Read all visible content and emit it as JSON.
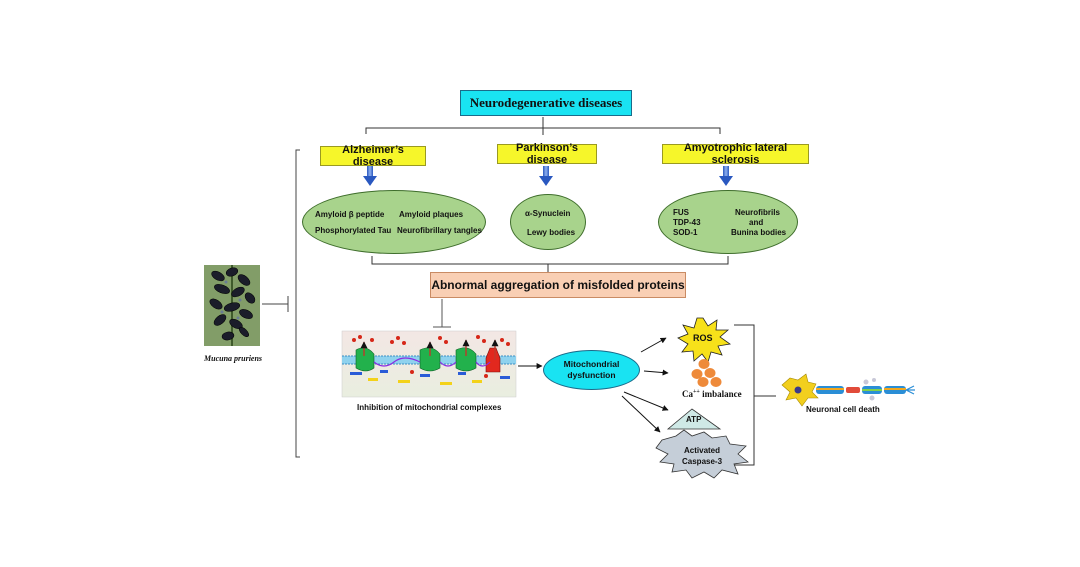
{
  "title": "Neurodegenerative diseases",
  "diseases": [
    {
      "name": "Alzheimer’s disease"
    },
    {
      "name": "Parkinson’s disease"
    },
    {
      "name": "Amyotrophic lateral sclerosis"
    }
  ],
  "alzheimer": {
    "line1_left": "Amyloid β peptide",
    "line1_right": "Amyloid plaques",
    "line2_left": "Phosphorylated Tau",
    "line2_right": "Neurofibrillary tangles"
  },
  "parkinson": {
    "top": "α-Synuclein",
    "bottom": "Lewy bodies"
  },
  "als": {
    "left": [
      "FUS",
      "TDP-43",
      "SOD-1"
    ],
    "right": [
      "Neurofibrils",
      "and",
      "Bunina bodies"
    ]
  },
  "aggregation": "Abnormal aggregation of misfolded proteins",
  "plant_label": "Mucuna pruriens",
  "mito_complex_label": "Inhibition of mitochondrial complexes",
  "mito_dysfunction": [
    "Mitochondrial",
    "dysfunction"
  ],
  "outcomes": {
    "ros": "ROS",
    "ca": "Ca",
    "ca_sup": "++",
    "ca_rest": " imbalance",
    "atp": "ATP",
    "caspase": [
      "Activated",
      "Caspase-3"
    ]
  },
  "death_label": "Neuronal cell death",
  "colors": {
    "title_fill": "#19e3f2",
    "disease_fill": "#f6f62a",
    "ellipse_fill": "#a8d38c",
    "aggregation_fill": "#f9cfb4",
    "ros_fill": "#f7e11a",
    "ca_fill": "#ee8a3a",
    "atp_fill": "#cfe9e6",
    "caspase_fill": "#c5ced8",
    "arrow_blue": "#3b6fd4"
  }
}
